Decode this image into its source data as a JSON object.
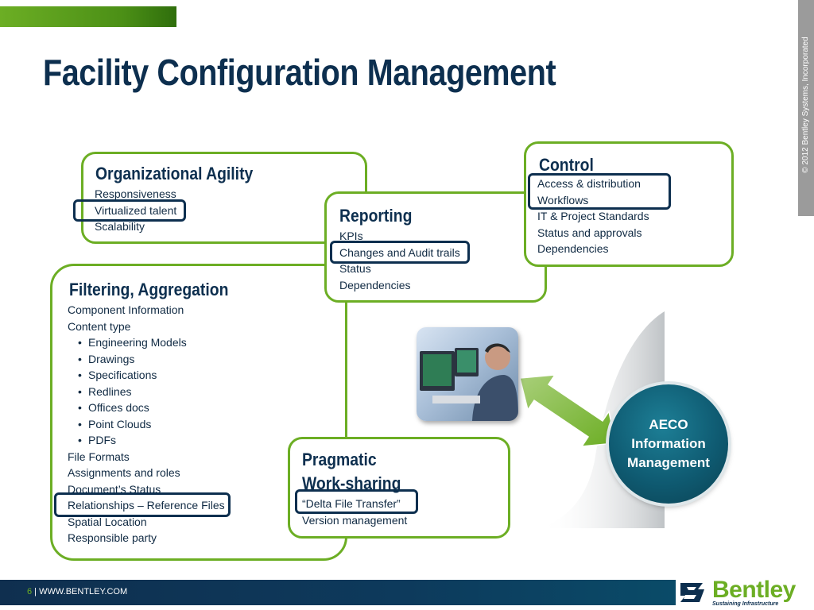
{
  "slide": {
    "title": "Facility Configuration Management",
    "copyright": "© 2012 Bentley Systems, Incorporated"
  },
  "boxes": {
    "agility": {
      "title": "Organizational Agility",
      "items": [
        "Responsiveness",
        "Virtualized talent",
        "Scalability"
      ]
    },
    "reporting": {
      "title": "Reporting",
      "items": [
        "KPIs",
        "Changes and Audit trails",
        "Status",
        "Dependencies"
      ]
    },
    "control": {
      "title": "Control",
      "items": [
        "Access & distribution",
        "Workflows",
        "IT & Project Standards",
        "Status and approvals",
        "Dependencies"
      ]
    },
    "filtering": {
      "title": "Filtering, Aggregation",
      "items_top": [
        "Component Information",
        "Content type"
      ],
      "bullets": [
        "Engineering Models",
        "Drawings",
        "Specifications",
        "Redlines",
        "Offices docs",
        "Point Clouds",
        "PDFs"
      ],
      "items_bottom": [
        "File Formats",
        "Assignments and roles",
        "Document’s Status",
        "Relationships – Reference Files",
        "Spatial Location",
        "Responsible party"
      ]
    },
    "pragmatic": {
      "title_line1": "Pragmatic",
      "title_line2": "Work-sharing",
      "items": [
        "“Delta File Transfer”",
        "Version management"
      ]
    }
  },
  "aeco": {
    "label": "AECO\nInformation\nManagement"
  },
  "footer": {
    "page": "6",
    "separator": " | ",
    "site": "WWW.BENTLEY.COM"
  },
  "logo": {
    "word": "Bentley",
    "tagline": "Sustaining Infrastructure"
  },
  "colors": {
    "accent_green": "#6cae24",
    "navy": "#0d2f4f",
    "teal": "#0f5b72"
  }
}
